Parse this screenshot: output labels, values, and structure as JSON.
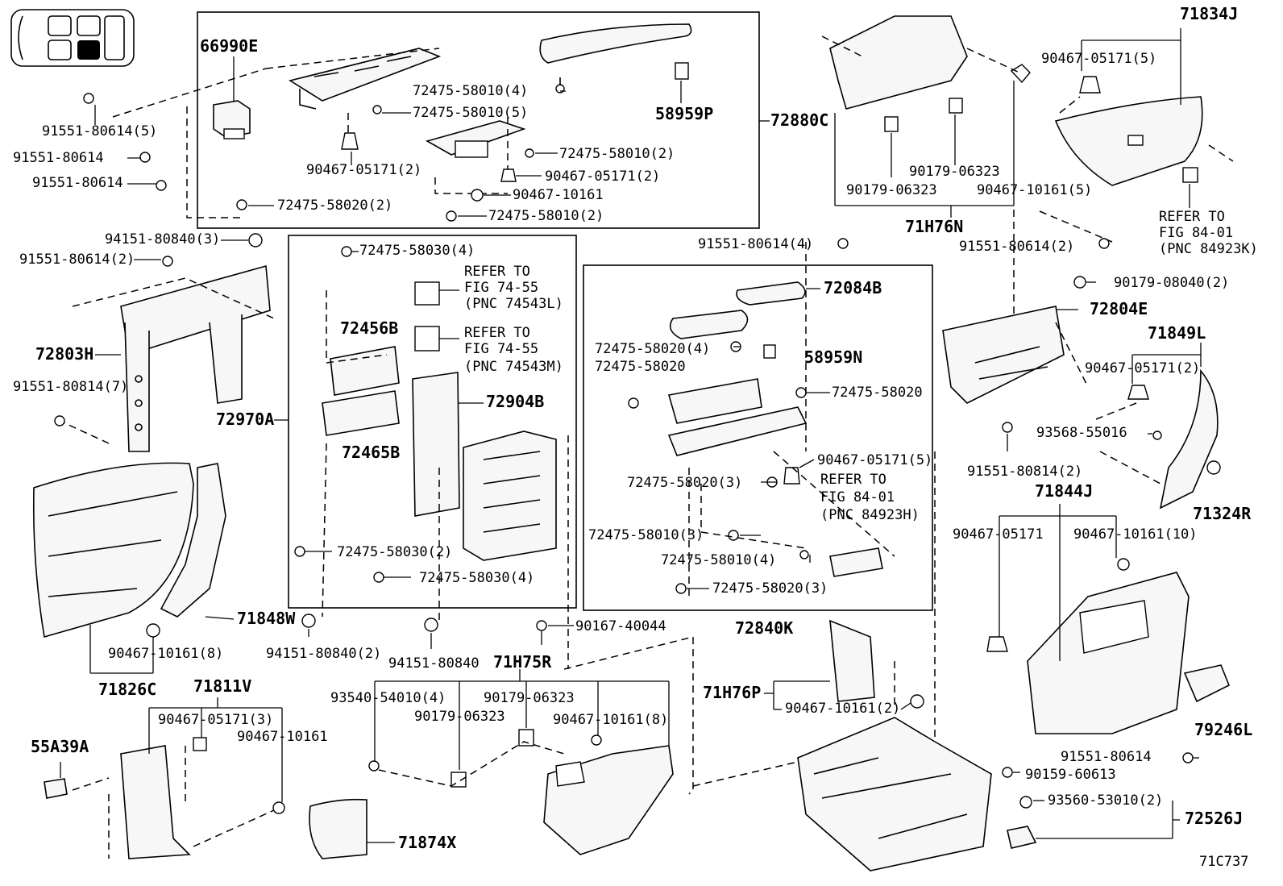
{
  "labels": {
    "p66990E": "66990E",
    "p72880C": "72880C",
    "p58959P": "58959P",
    "p72475_58010_4": "72475-58010(4)",
    "p72475_58010_5": "72475-58010(5)",
    "p72475_58010_2a": "72475-58010(2)",
    "p72475_58010_2b": "72475-58010(2)",
    "p90467_05171_2a": "90467-05171(2)",
    "p90467_05171_2b": "90467-05171(2)",
    "p90467_10161_a": "90467-10161",
    "p72475_58020_2": "72475-58020(2)",
    "p91551_80614_5": "91551-80614(5)",
    "p91551_80614_a": "91551-80614",
    "p91551_80614_b": "91551-80614",
    "p94151_80840_3": "94151-80840(3)",
    "p91551_80614_2a": "91551-80614(2)",
    "p72803H": "72803H",
    "p91551_80814_7": "91551-80814(7)",
    "p72970A": "72970A",
    "p72475_58030_4a": "72475-58030(4)",
    "refer1_a": "REFER TO",
    "refer1_b": "FIG 74-55",
    "refer1_c": "(PNC 74543L)",
    "refer2_a": "REFER TO",
    "refer2_b": "FIG 74-55",
    "refer2_c": "(PNC 74543M)",
    "p72456B": "72456B",
    "p72904B": "72904B",
    "p72465B": "72465B",
    "p72475_58030_2": "72475-58030(2)",
    "p72475_58030_4b": "72475-58030(4)",
    "p71848W": "71848W",
    "p90467_10161_8a": "90467-10161(8)",
    "p94151_80840_2": "94151-80840(2)",
    "p94151_80840": "94151-80840",
    "p71826C": "71826C",
    "p71811V": "71811V",
    "p90467_05171_3": "90467-05171(3)",
    "p90467_10161_b": "90467-10161",
    "p55A39A": "55A39A",
    "p71874X": "71874X",
    "p90167_40044": "90167-40044",
    "p71H75R": "71H75R",
    "p93540_54010_4": "93540-54010(4)",
    "p90179_06323_a": "90179-06323",
    "p90179_06323_b": "90179-06323",
    "p90467_10161_8b": "90467-10161(8)",
    "p91551_80614_4": "91551-80614(4)",
    "p72084B": "72084B",
    "p72475_58020_4": "72475-58020(4)",
    "p72475_58020_a": "72475-58020",
    "p58959N": "58959N",
    "p72475_58020_b": "72475-58020",
    "p90467_05171_5a": "90467-05171(5)",
    "p72475_58020_3a": "72475-58020(3)",
    "refer3_a": "REFER TO",
    "refer3_b": "FIG 84-01",
    "refer3_c": "(PNC 84923H)",
    "p72475_58010_3": "72475-58010(3)",
    "p72475_58010_4b": "72475-58010(4)",
    "p72475_58020_3b": "72475-58020(3)",
    "p72840K": "72840K",
    "p71H76P": "71H76P",
    "p90467_10161_2": "90467-10161(2)",
    "p90179_06323_c": "90179-06323",
    "p90179_06323_d": "90179-06323",
    "p90467_10161_5": "90467-10161(5)",
    "p71H76N": "71H76N",
    "p71834J": "71834J",
    "p90467_05171_5b": "90467-05171(5)",
    "refer4_a": "REFER TO",
    "refer4_b": "FIG 84-01",
    "refer4_c": "(PNC 84923K)",
    "p91551_80614_2b": "91551-80614(2)",
    "p90179_08040_2": "90179-08040(2)",
    "p72804E": "72804E",
    "p71849L": "71849L",
    "p90467_05171_2c": "90467-05171(2)",
    "p93568_55016": "93568-55016",
    "p91551_80814_2": "91551-80814(2)",
    "p71324R": "71324R",
    "p71844J": "71844J",
    "p90467_05171_c": "90467-05171",
    "p90467_10161_10": "90467-10161(10)",
    "p79246L": "79246L",
    "p91551_80614_c": "91551-80614",
    "p90159_60613": "90159-60613",
    "p93560_53010_2": "93560-53010(2)",
    "p72526J": "72526J",
    "fig_code": "71C737"
  }
}
